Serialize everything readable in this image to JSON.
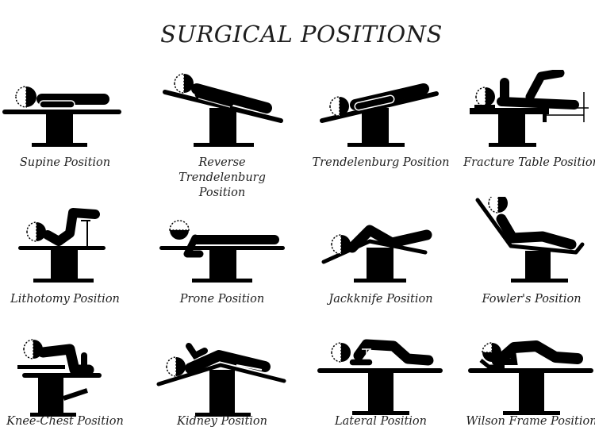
{
  "title": "SURGICAL POSITIONS",
  "colors": {
    "ink": "#000000",
    "background": "#ffffff",
    "text": "#222222"
  },
  "positions": [
    {
      "label": "Supine Position",
      "icon": "supine-position-icon"
    },
    {
      "label": "Reverse Trendelenburg Position",
      "icon": "reverse-trendelenburg-position-icon"
    },
    {
      "label": "Trendelenburg Position",
      "icon": "trendelenburg-position-icon"
    },
    {
      "label": "Fracture Table Position",
      "icon": "fracture-table-position-icon"
    },
    {
      "label": "Lithotomy Position",
      "icon": "lithotomy-position-icon"
    },
    {
      "label": "Prone Position",
      "icon": "prone-position-icon"
    },
    {
      "label": "Jackknife Position",
      "icon": "jackknife-position-icon"
    },
    {
      "label": "Fowler's Position",
      "icon": "fowlers-position-icon"
    },
    {
      "label": "Knee-Chest Position",
      "icon": "knee-chest-position-icon"
    },
    {
      "label": "Kidney Position",
      "icon": "kidney-position-icon"
    },
    {
      "label": "Lateral Position",
      "icon": "lateral-position-icon"
    },
    {
      "label": "Wilson Frame Position",
      "icon": "wilson-frame-position-icon"
    }
  ]
}
